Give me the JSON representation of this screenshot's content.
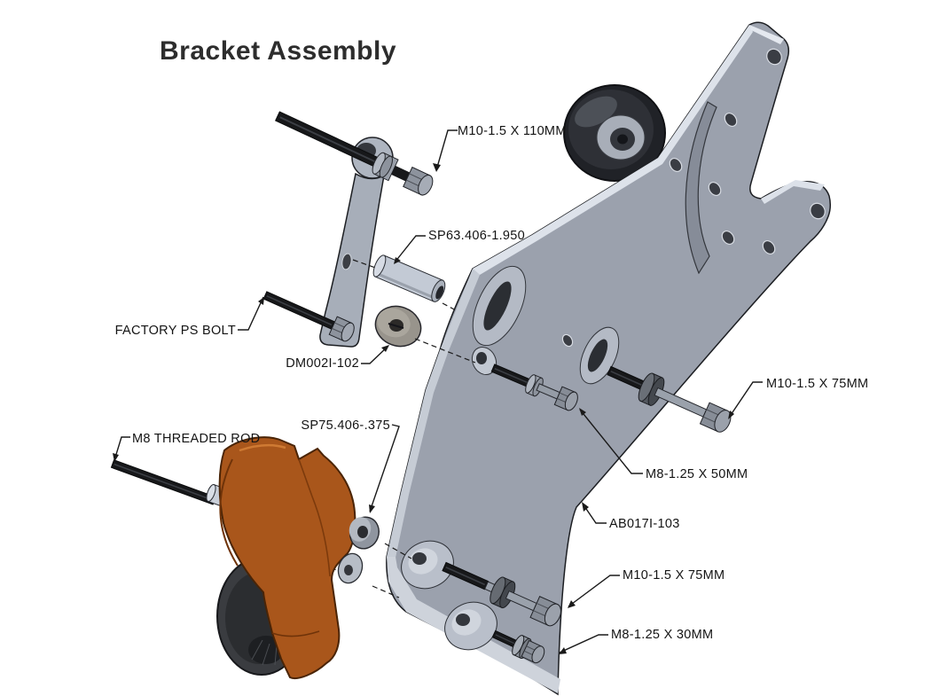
{
  "title": "Bracket Assembly",
  "callouts": [
    {
      "id": "m10-110",
      "label": "M10-1.5 X 110MM"
    },
    {
      "id": "sp63",
      "label": "SP63.406-1.950"
    },
    {
      "id": "factory-bolt",
      "label": "FACTORY PS BOLT"
    },
    {
      "id": "dm002i",
      "label": "DM002I-102"
    },
    {
      "id": "m8-rod",
      "label": "M8 THREADED ROD"
    },
    {
      "id": "sp75",
      "label": "SP75.406-.375"
    },
    {
      "id": "m10-75-upper",
      "label": "M10-1.5 X 75MM"
    },
    {
      "id": "m8-50",
      "label": "M8-1.25 X 50MM"
    },
    {
      "id": "ab017i",
      "label": "AB017I-103"
    },
    {
      "id": "m10-75-lower",
      "label": "M10-1.5 X 75MM"
    },
    {
      "id": "m8-30",
      "label": "M8-1.25 X 30MM"
    }
  ],
  "colors": {
    "bracket_steel": "#9ba1ad",
    "tensioner_orange": "#a9561b",
    "hardware_dark": "#17181a",
    "line": "#1a1a1a"
  }
}
